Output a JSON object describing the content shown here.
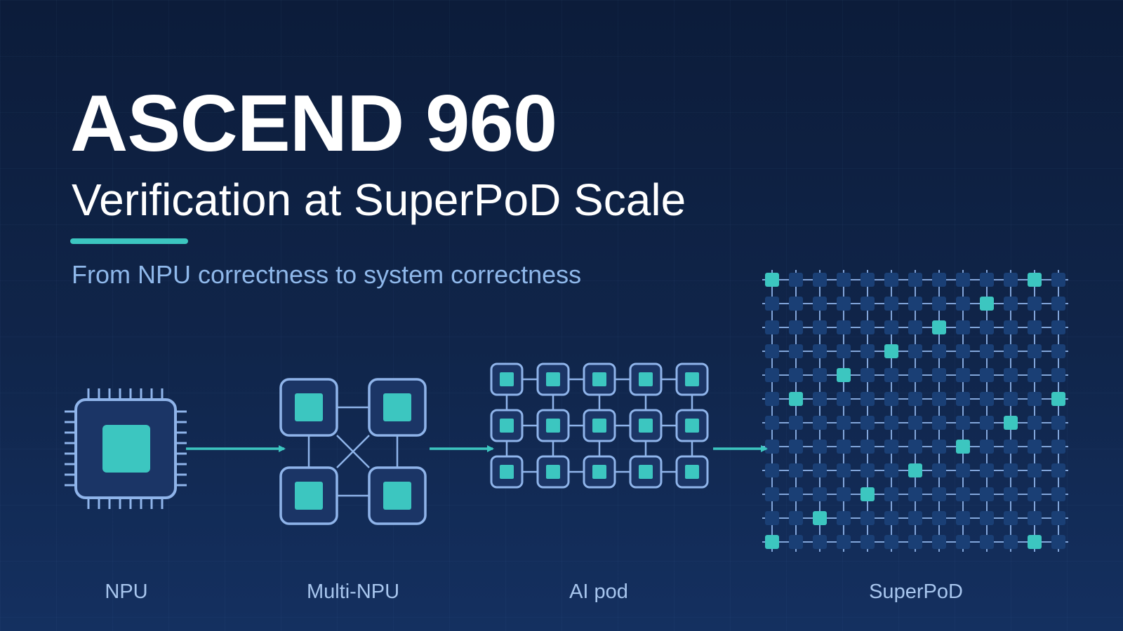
{
  "header": {
    "title": "ASCEND 960",
    "subtitle": "Verification at SuperPoD Scale",
    "tagline": "From NPU correctness to system correctness"
  },
  "stages": [
    {
      "id": "npu",
      "label": "NPU"
    },
    {
      "id": "multi-npu",
      "label": "Multi-NPU"
    },
    {
      "id": "ai-pod",
      "label": "AI pod"
    },
    {
      "id": "superpod",
      "label": "SuperPoD"
    }
  ],
  "superpod_grid": {
    "rows": 12,
    "cols": 13,
    "highlighted_cells": [
      [
        0,
        0
      ],
      [
        0,
        11
      ],
      [
        1,
        9
      ],
      [
        2,
        7
      ],
      [
        3,
        5
      ],
      [
        4,
        3
      ],
      [
        5,
        1
      ],
      [
        5,
        12
      ],
      [
        6,
        10
      ],
      [
        7,
        8
      ],
      [
        8,
        6
      ],
      [
        9,
        4
      ],
      [
        10,
        2
      ],
      [
        11,
        0
      ],
      [
        11,
        11
      ]
    ]
  },
  "ai_pod_grid": {
    "rows": 3,
    "cols": 5
  },
  "colors": {
    "accent": "#3cc6c0",
    "outline": "#8fb4ea",
    "node_fill": "#1a3f75",
    "chip_fill": "#1b3566",
    "background": "#10254a"
  }
}
